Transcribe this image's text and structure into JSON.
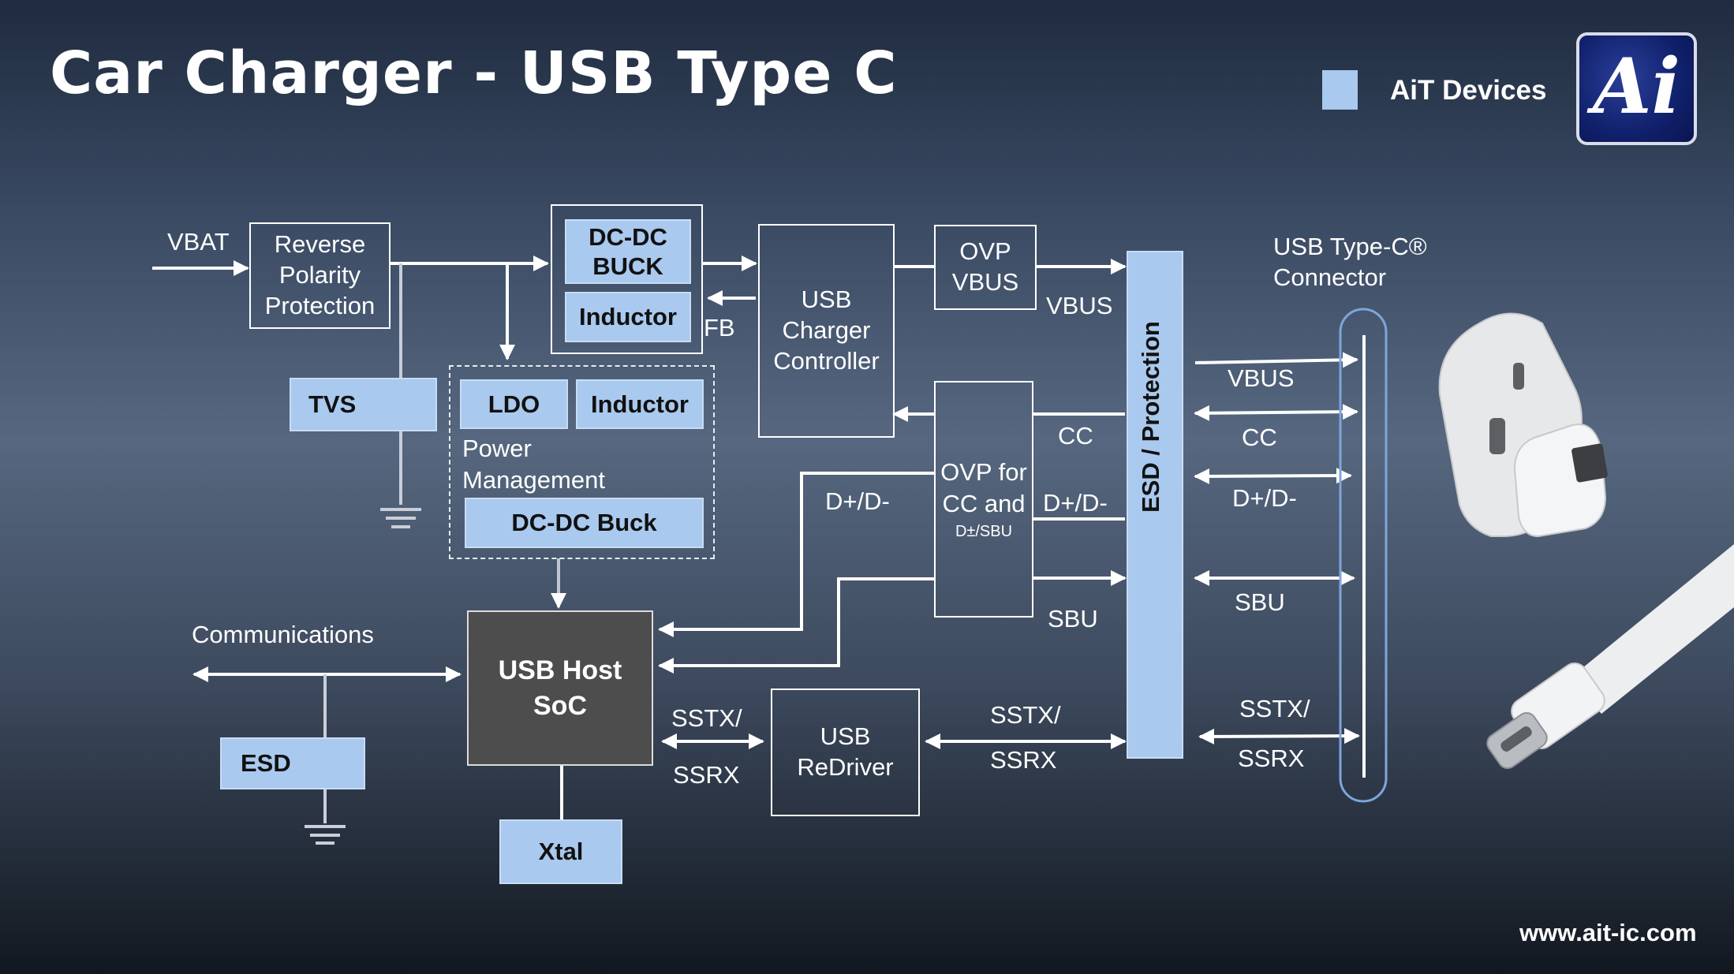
{
  "header": {
    "title": "Car Charger - USB Type C",
    "legend_label": "AiT Devices",
    "logo_text": "Ai",
    "legend_color": "#a9c9ee"
  },
  "blocks": {
    "reverse_polarity": "Reverse Polarity Protection",
    "dcdc_buck_top": "DC-DC BUCK",
    "inductor_top": "Inductor",
    "usb_charger_controller": "USB Charger Controller",
    "ovp_vbus": "OVP VBUS",
    "ovp_cc_line1": "OVP for CC and",
    "ovp_cc_line2": "D±/SBU",
    "esd_protection": "ESD / Protection",
    "tvs": "TVS",
    "ldo": "LDO",
    "inductor_pm": "Inductor",
    "power_management": "Power Management",
    "dcdc_buck_pm": "DC-DC Buck",
    "usb_host_soc": "USB Host SoC",
    "esd": "ESD",
    "xtal": "Xtal",
    "usb_redriver": "USB ReDriver"
  },
  "labels": {
    "vbat": "VBAT",
    "fb": "FB",
    "vbus_mid": "VBUS",
    "cc_mid": "CC",
    "dpdm_mid": "D+/D-",
    "sbu_mid": "SBU",
    "dpdm_left": "D+/D-",
    "communications": "Communications",
    "sstx_left": "SSTX/",
    "ssrx_left": "SSRX",
    "sstx_mid": "SSTX/",
    "ssrx_mid": "SSRX",
    "connector_title": "USB Type-C® Connector",
    "vbus_right": "VBUS",
    "cc_right": "CC",
    "dpdm_right": "D+/D-",
    "sbu_right": "SBU",
    "sstx_right": "SSTX/",
    "ssrx_right": "SSRX"
  },
  "footer": {
    "url": "www.ait-ic.com"
  }
}
